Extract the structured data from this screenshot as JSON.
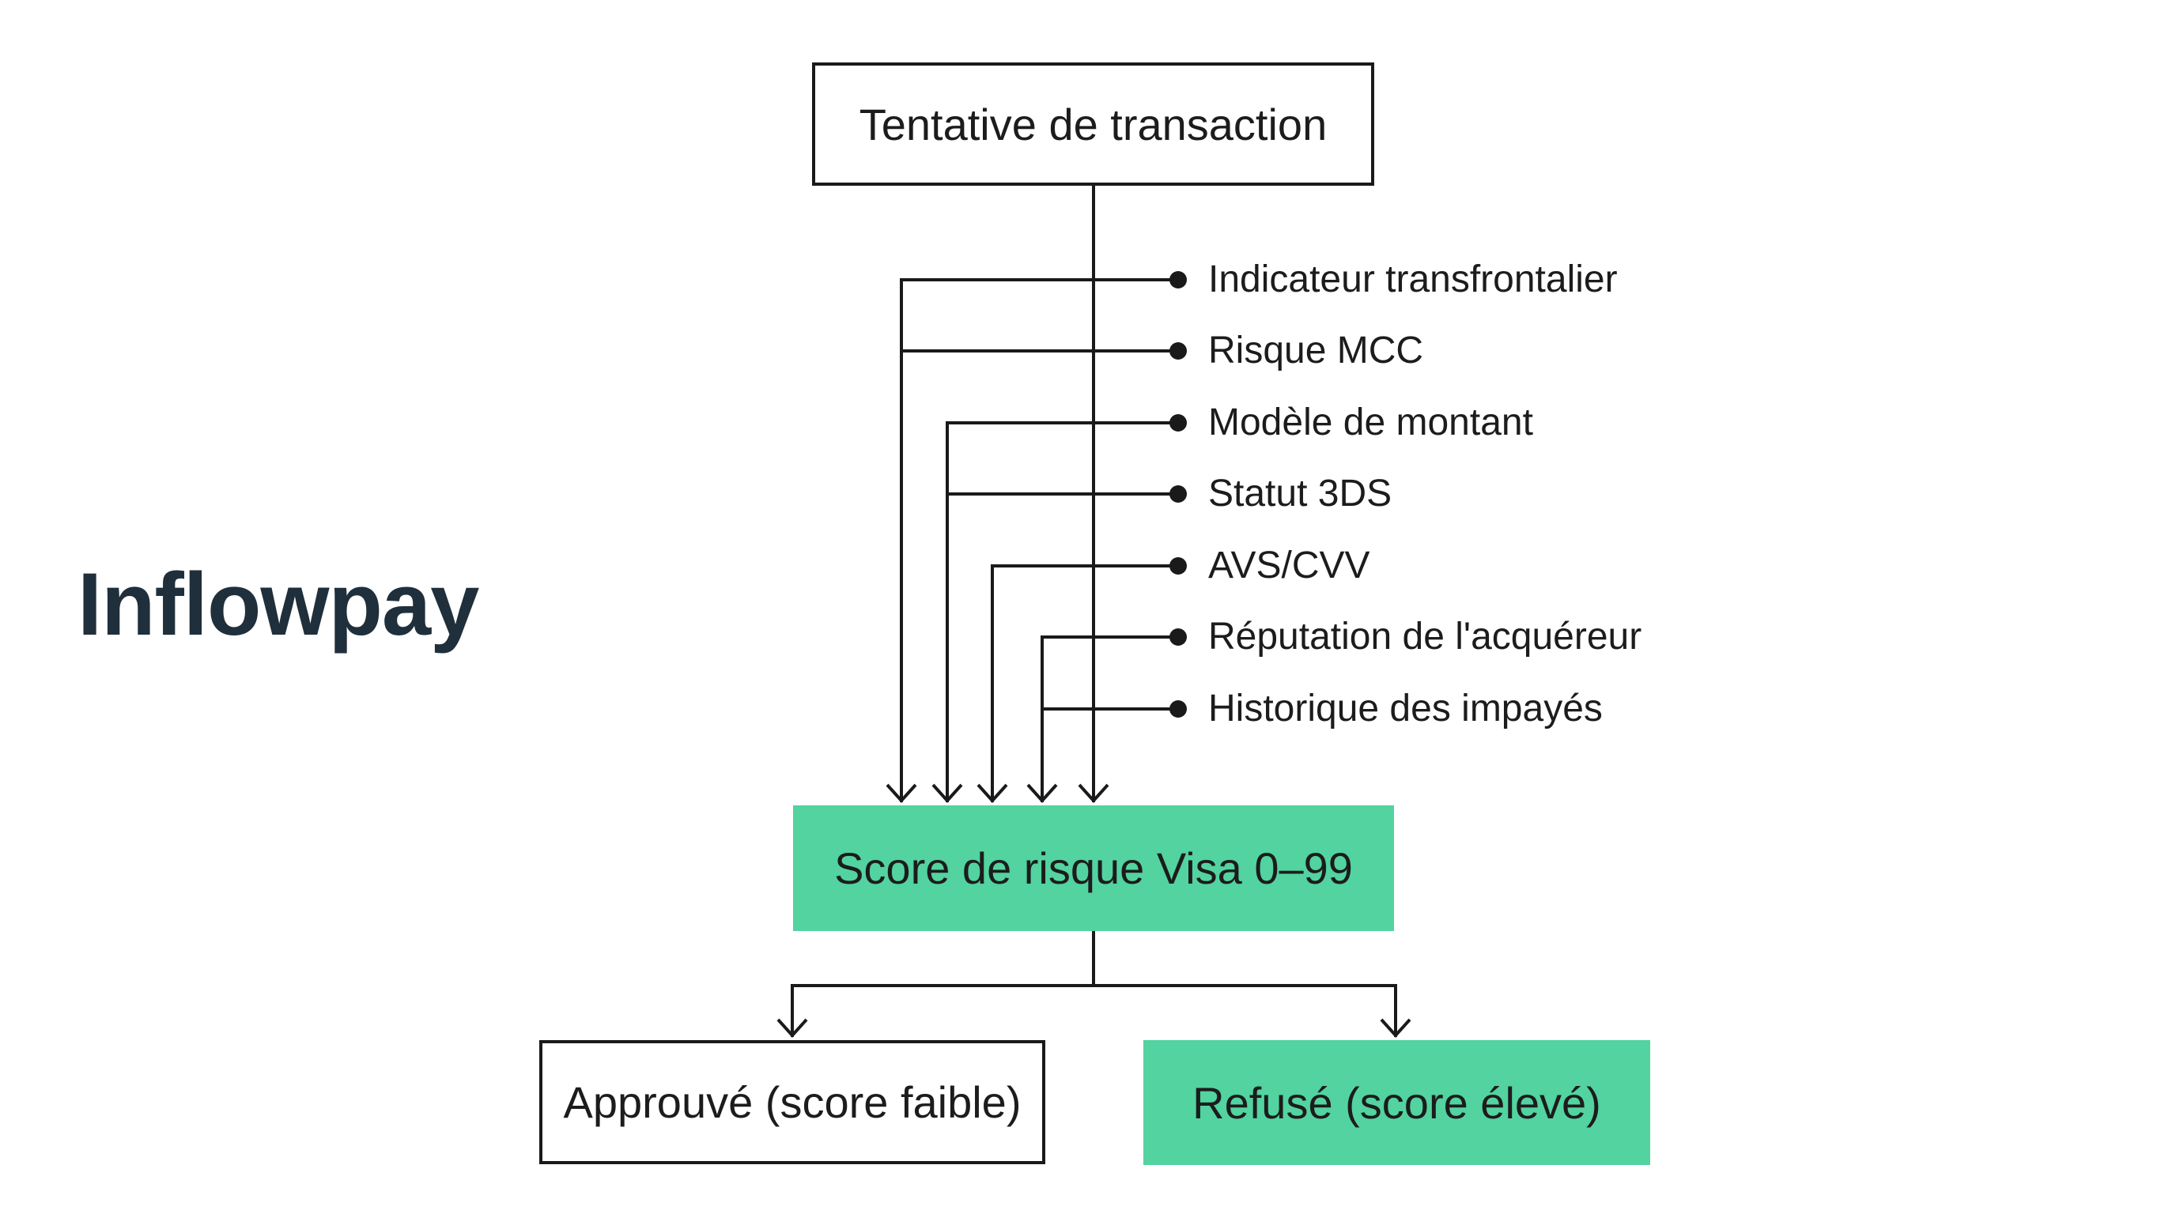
{
  "brand": {
    "name": "Inflowpay"
  },
  "nodes": {
    "start": "Tentative de transaction",
    "score": "Score de risque Visa 0–99",
    "approve": "Approuvé (score faible)",
    "refuse": "Refusé (score élevé)"
  },
  "factors": [
    "Indicateur transfrontalier",
    "Risque MCC",
    "Modèle de montant",
    "Statut 3DS",
    "AVS/CVV",
    "Réputation de l'acquéreur",
    "Historique des impayés"
  ],
  "colors": {
    "accent_fill": "#52d3a0",
    "line": "#1a1a1a",
    "text": "#1c1c1c",
    "brand": "#1f2f3b"
  }
}
